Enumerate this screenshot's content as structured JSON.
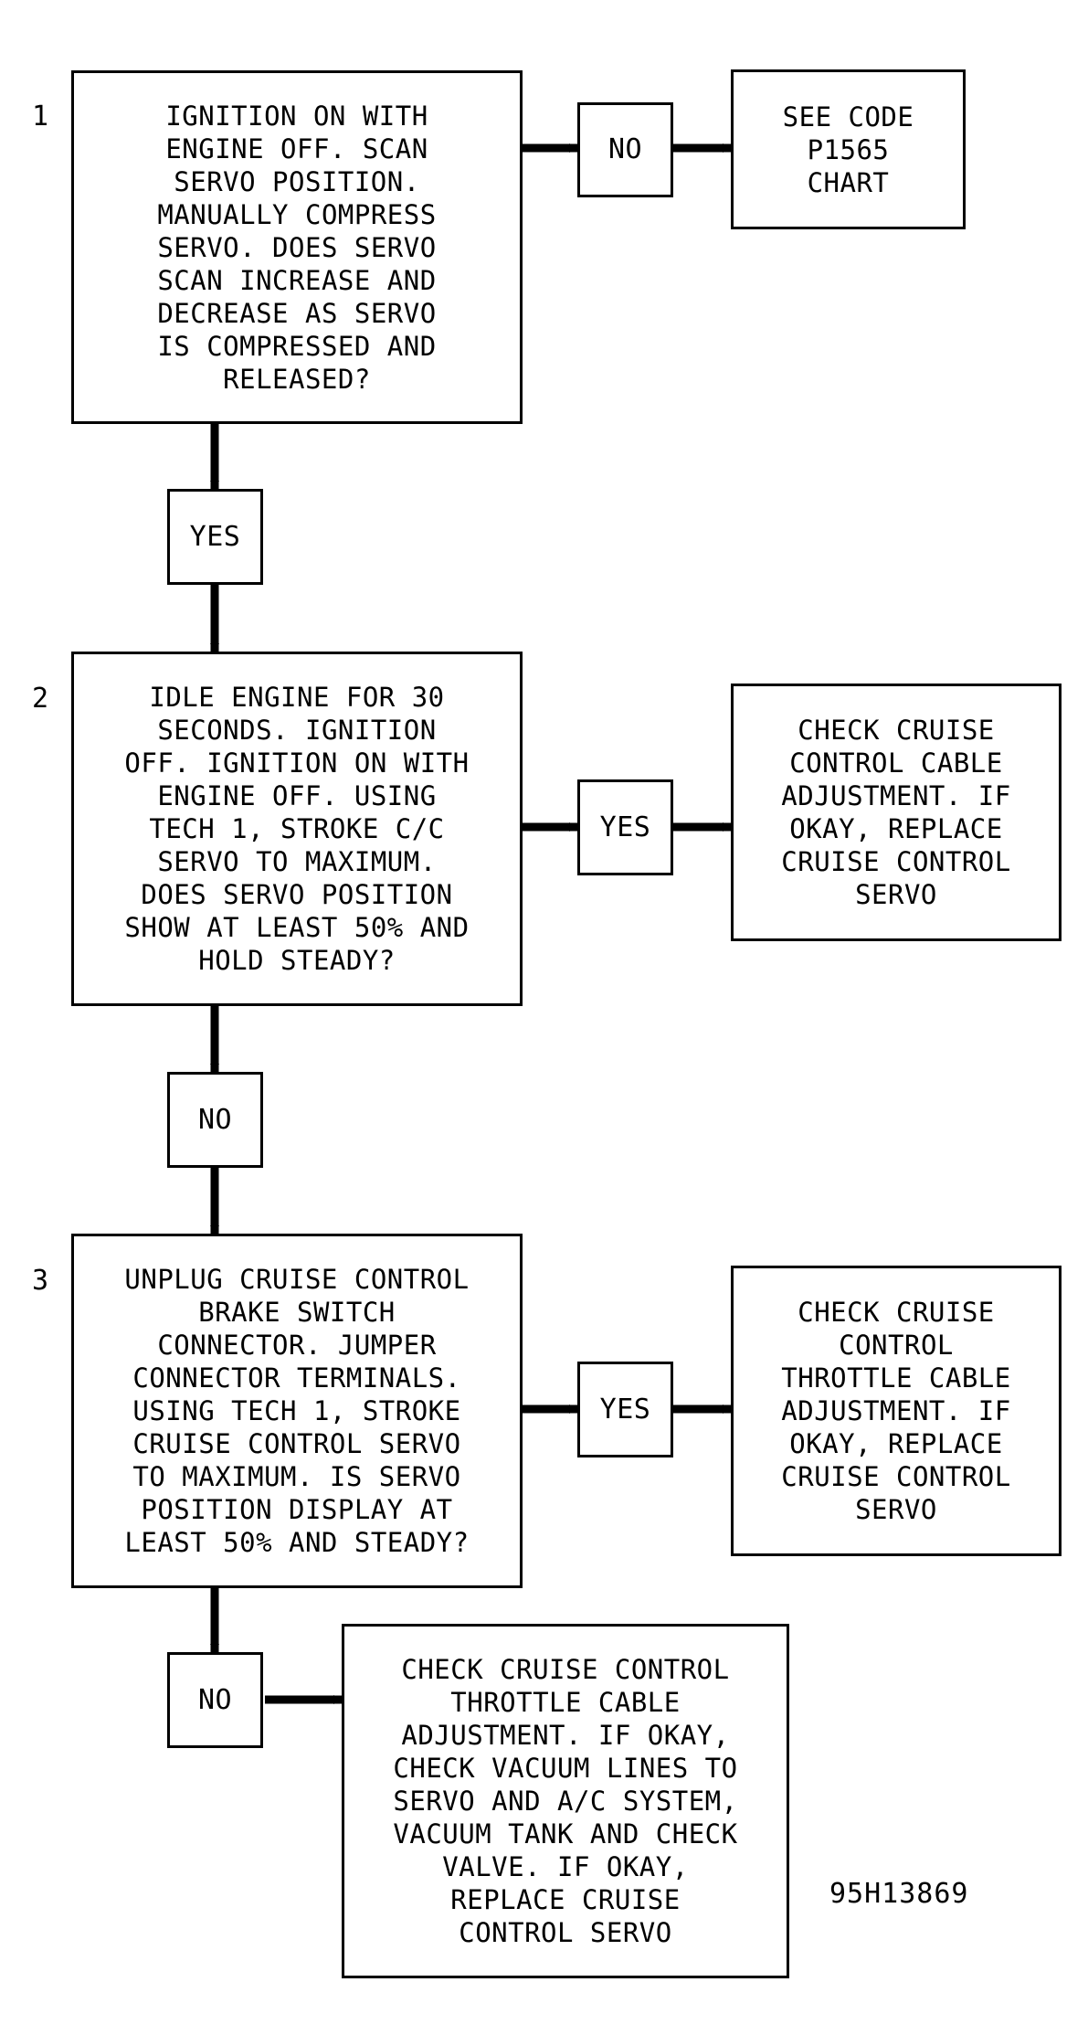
{
  "steps": [
    {
      "number": "1",
      "question": "IGNITION ON WITH\nENGINE OFF. SCAN\nSERVO POSITION.\nMANUALLY COMPRESS\nSERVO. DOES SERVO\nSCAN INCREASE AND\nDECREASE AS SERVO\nIS COMPRESSED AND\nRELEASED?",
      "side_answer": "NO",
      "side_result": "SEE CODE\nP1565\nCHART",
      "down_answer": "YES"
    },
    {
      "number": "2",
      "question": "IDLE ENGINE FOR 30\nSECONDS. IGNITION\nOFF. IGNITION ON WITH\nENGINE OFF. USING\nTECH 1, STROKE C/C\nSERVO TO MAXIMUM.\nDOES SERVO POSITION\nSHOW AT LEAST 50% AND\nHOLD STEADY?",
      "side_answer": "YES",
      "side_result": "CHECK CRUISE\nCONTROL CABLE\nADJUSTMENT. IF\nOKAY, REPLACE\nCRUISE CONTROL\nSERVO",
      "down_answer": "NO"
    },
    {
      "number": "3",
      "question": "UNPLUG CRUISE CONTROL\nBRAKE SWITCH\nCONNECTOR. JUMPER\nCONNECTOR TERMINALS.\nUSING TECH 1, STROKE\nCRUISE CONTROL SERVO\nTO MAXIMUM. IS SERVO\nPOSITION DISPLAY AT\nLEAST 50% AND STEADY?",
      "side_answer": "YES",
      "side_result": "CHECK CRUISE\nCONTROL\nTHROTTLE CABLE\nADJUSTMENT. IF\nOKAY, REPLACE\nCRUISE CONTROL\nSERVO",
      "down_answer": "NO"
    }
  ],
  "final_result": "CHECK CRUISE CONTROL\nTHROTTLE CABLE\nADJUSTMENT. IF OKAY,\nCHECK VACUUM LINES TO\nSERVO AND A/C SYSTEM,\nVACUUM TANK AND CHECK\nVALVE. IF OKAY,\nREPLACE CRUISE\nCONTROL SERVO",
  "figure_ref": "95H13869"
}
